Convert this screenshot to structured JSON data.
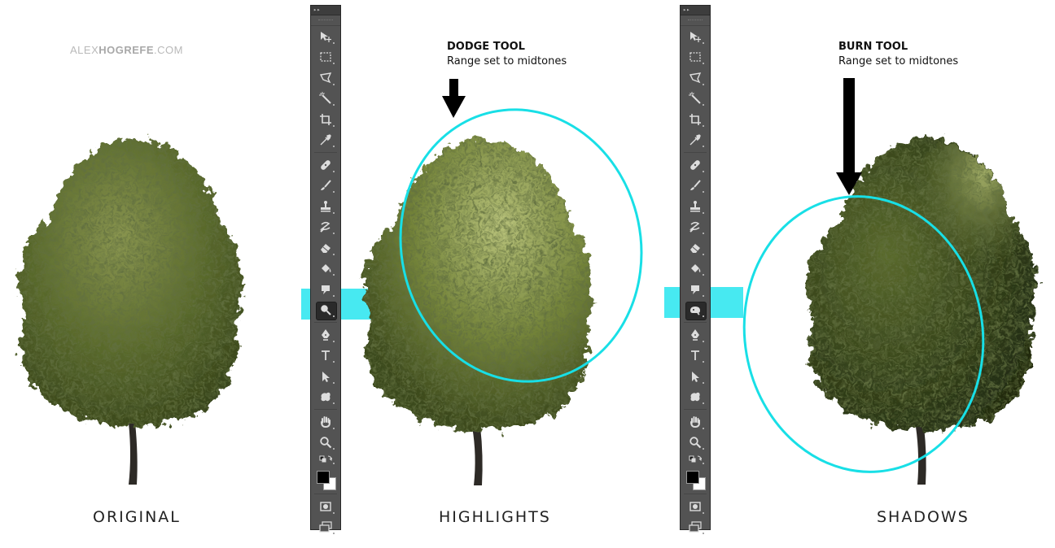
{
  "brand": {
    "light": "ALEX",
    "bold": "HOGREFE",
    "suffix": ".COM"
  },
  "captions": {
    "original": "ORIGINAL",
    "highlights": "HIGHLIGHTS",
    "shadows": "SHADOWS"
  },
  "dodge_note": {
    "title": "DODGE TOOL",
    "subtitle": "Range set to midtones"
  },
  "burn_note": {
    "title": "BURN TOOL",
    "subtitle": "Range set to midtones"
  },
  "toolbar": {
    "header_glyph": "▸▸",
    "tools": [
      "move-icon",
      "marquee-icon",
      "lasso-icon",
      "magic-wand-icon",
      "crop-icon",
      "eyedropper-icon",
      "healing-brush-icon",
      "brush-icon",
      "clone-stamp-icon",
      "history-brush-icon",
      "eraser-icon",
      "paint-bucket-icon",
      "blur-icon",
      "dodge-icon",
      "pen-icon",
      "type-icon",
      "path-selection-icon",
      "shape-icon",
      "hand-icon",
      "zoom-icon"
    ]
  },
  "colors": {
    "accent": "#00E1EB",
    "toolbar_bg": "#535353",
    "foliage_dark": "#2f3a18",
    "foliage_mid": "#55652a",
    "foliage_light": "#8f9c55"
  }
}
